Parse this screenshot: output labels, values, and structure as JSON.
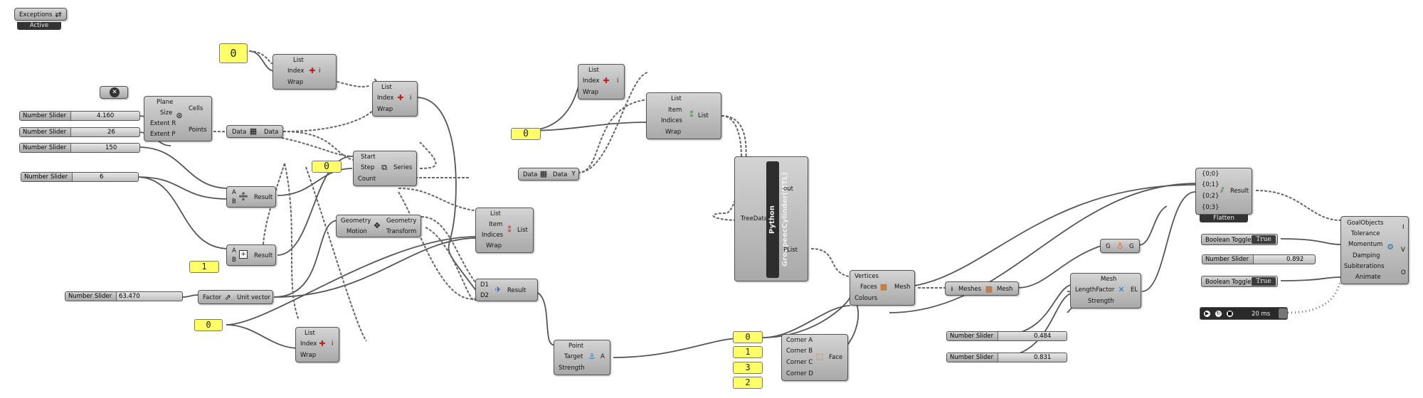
{
  "exceptions": {
    "label": "Exceptions",
    "status": "Active"
  },
  "sliders": {
    "s1": {
      "name": "Number Slider",
      "value": "4.160"
    },
    "s2": {
      "name": "Number Slider",
      "value": "26"
    },
    "s3": {
      "name": "Number Slider",
      "value": "150"
    },
    "s4": {
      "name": "Number Slider",
      "value": "6"
    },
    "s5": {
      "name": "Number Slider",
      "value": "63.470"
    },
    "s6": {
      "name": "Number Slider",
      "value": "0.484"
    },
    "s7": {
      "name": "Number Slider",
      "value": "0.831"
    },
    "s8": {
      "name": "Number Slider",
      "value": "0.892"
    }
  },
  "panels": {
    "p1": "0",
    "p2": "0",
    "p3": "1",
    "p4": "0",
    "p5": "0",
    "p6": "0",
    "p7": "1",
    "p8": "3",
    "p9": "2"
  },
  "plane": {
    "inputs": [
      "Plane",
      "Size",
      "Extent R",
      "Extent P"
    ],
    "outputs": [
      "Cells",
      "Points"
    ]
  },
  "data1": {
    "in": "Data",
    "out": "Data"
  },
  "data2": {
    "in": "Data",
    "out": "Data"
  },
  "list_item1": {
    "inputs": [
      "List",
      "Index",
      "Wrap"
    ],
    "out": "i"
  },
  "list_item2": {
    "inputs": [
      "List",
      "Index",
      "Wrap"
    ],
    "out": "i"
  },
  "list_item3": {
    "inputs": [
      "List",
      "Index",
      "Wrap"
    ],
    "out": "i"
  },
  "list_item4": {
    "inputs": [
      "List",
      "Index",
      "Wrap"
    ],
    "out": "i"
  },
  "series": {
    "inputs": [
      "Start",
      "Step",
      "Count"
    ],
    "out": "Series"
  },
  "division": {
    "inputs": [
      "A",
      "B"
    ],
    "out": "Result"
  },
  "addition": {
    "inputs": [
      "A",
      "B"
    ],
    "out": "Result"
  },
  "unit_vector": {
    "in": "Factor",
    "out": "Unit vector"
  },
  "move": {
    "inputs": [
      "Geometry",
      "Motion"
    ],
    "outputs": [
      "Geometry",
      "Transform"
    ]
  },
  "cull": {
    "inputs": [
      "List",
      "Item",
      "Indices",
      "Wrap"
    ],
    "out": "List"
  },
  "sublist": {
    "inputs": [
      "List",
      "Item",
      "Indices",
      "Wrap"
    ],
    "out": "List"
  },
  "distance": {
    "inputs": [
      "D1",
      "D2"
    ],
    "out": "Result"
  },
  "anchor": {
    "inputs": [
      "Point",
      "Target",
      "Strength"
    ],
    "out": "A"
  },
  "python": {
    "title": "Python GroupeecCylinder(MTL)",
    "input": "TreeData",
    "outputs": [
      "out",
      "PList"
    ]
  },
  "mesh": {
    "inputs": [
      "Vertices",
      "Faces",
      "Colours"
    ],
    "out": "Mesh"
  },
  "meshes": {
    "in": "Meshes",
    "out": "Mesh"
  },
  "face": {
    "inputs": [
      "Corner A",
      "Corner B",
      "Corner C",
      "Corner D"
    ],
    "out": "Face"
  },
  "g": {
    "in": "G",
    "out": "G"
  },
  "length": {
    "inputs": [
      "Mesh",
      "LengthFactor",
      "Strength"
    ],
    "out": "EL"
  },
  "flatten": {
    "inputs": [
      "{0;0}",
      "{0;1}",
      "{0;2}",
      "{0;3}"
    ],
    "out": "Result",
    "tab": "Flatten"
  },
  "solver": {
    "inputs": [
      "GoalObjects",
      "Tolerance",
      "Momentum",
      "Damping",
      "Subiterations",
      "Animate"
    ],
    "outputs": [
      "I",
      "V",
      "O"
    ]
  },
  "toggles": {
    "t1": {
      "name": "Boolean Toggle",
      "value": "True"
    },
    "t2": {
      "name": "Boolean Toggle",
      "value": "True"
    }
  },
  "timer": {
    "label": "20 ms"
  },
  "colors": {
    "wire": "#555555",
    "panel": "#ffff66",
    "canvas": "#ffffff"
  }
}
